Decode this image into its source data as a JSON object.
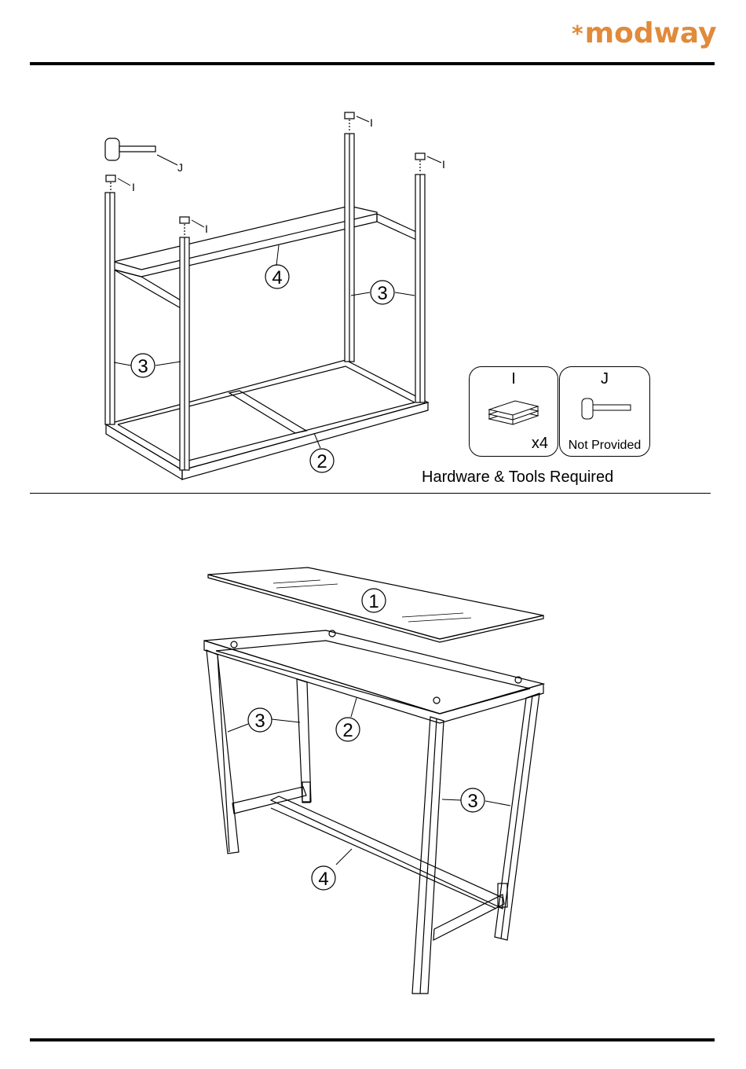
{
  "brand": {
    "star": "*",
    "name": "modway",
    "color": "#e08a3a"
  },
  "step1": {
    "labels": {
      "hammer": "J",
      "foot_back_left": "I",
      "foot_front_left": "I",
      "foot_back_right": "I",
      "foot_front_right": "I",
      "part_stretcher": "4",
      "part_leg_right": "3",
      "part_leg_left": "3",
      "part_frame": "2"
    },
    "hardware": {
      "title": "Hardware & Tools Required",
      "items": [
        {
          "label": "I",
          "qty": "x4",
          "icon": "glide-pad-icon"
        },
        {
          "label": "J",
          "note": "Not Provided",
          "icon": "mallet-icon"
        }
      ]
    }
  },
  "step2": {
    "labels": {
      "part_glass_top": "1",
      "part_frame": "2",
      "part_leg_left": "3",
      "part_leg_right": "3",
      "part_stretcher": "4"
    }
  }
}
